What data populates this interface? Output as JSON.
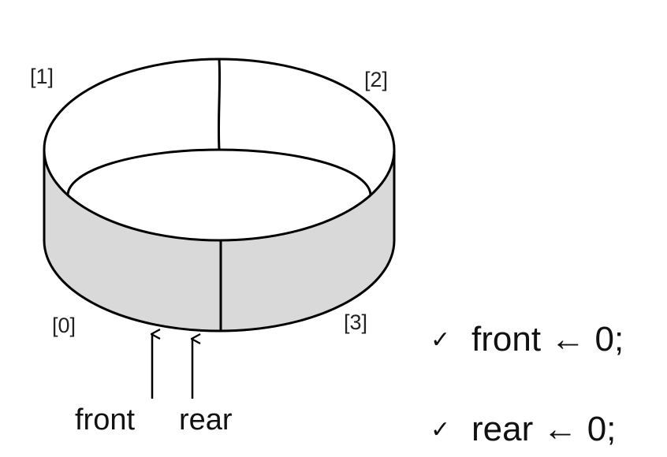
{
  "diagram": {
    "slots": [
      "[0]",
      "[1]",
      "[2]",
      "[3]"
    ],
    "pointers": {
      "front": "front",
      "rear": "rear"
    },
    "colors": {
      "band_fill": "#d9d9d9",
      "stroke": "#000000"
    }
  },
  "statements": [
    {
      "check_icon": "check-mark",
      "check": "✓",
      "text": "front ← 0;"
    },
    {
      "check_icon": "check-mark",
      "check": "✓",
      "text": "rear ← 0;"
    }
  ]
}
